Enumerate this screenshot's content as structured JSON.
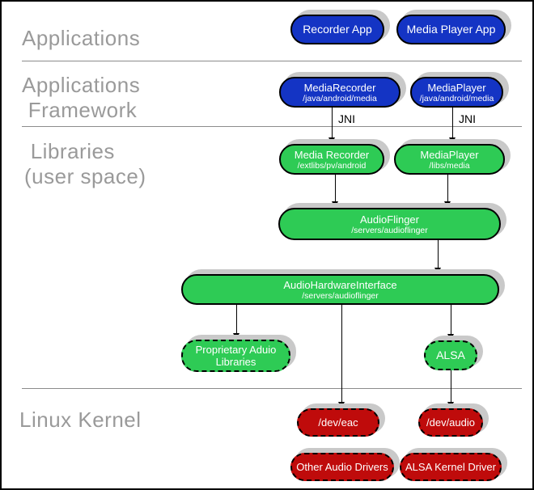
{
  "colors": {
    "blue": "#1434c4",
    "green": "#2ecb55",
    "red": "#bf0b0b",
    "shadow": "#c9c9c9",
    "divider": "#8c8c8c",
    "sectext": "#9a9a9a"
  },
  "sections": [
    {
      "lines": [
        "Applications"
      ]
    },
    {
      "lines": [
        "Applications",
        " Framework"
      ]
    },
    {
      "lines": [
        " Libraries",
        "(user space)"
      ]
    },
    {
      "lines": [
        "Linux Kernel"
      ]
    }
  ],
  "edge_labels": {
    "jni_recorder": "JNI",
    "jni_player": "JNI"
  },
  "nodes": [
    {
      "label": "Recorder App"
    },
    {
      "label": "Media Player App"
    },
    {
      "label": "MediaRecorder",
      "sublabel": "/java/android/media"
    },
    {
      "label": "MediaPlayer",
      "sublabel": "/java/android/media"
    },
    {
      "label": "Media Recorder",
      "sublabel": "/extlibs/pv/android"
    },
    {
      "label": "MediaPlayer",
      "sublabel": "/libs/media"
    },
    {
      "label": "AudioFlinger",
      "sublabel": "/servers/audioflinger"
    },
    {
      "label": "AudioHardwareInterface",
      "sublabel": "/servers/audioflinger"
    },
    {
      "label": "Proprietary Aduio",
      "sublabel2": "Libraries"
    },
    {
      "label": "ALSA"
    },
    {
      "label": "/dev/eac"
    },
    {
      "label": "/dev/audio"
    },
    {
      "label": "Other Audio Drivers"
    },
    {
      "label": "ALSA Kernel Driver"
    }
  ]
}
